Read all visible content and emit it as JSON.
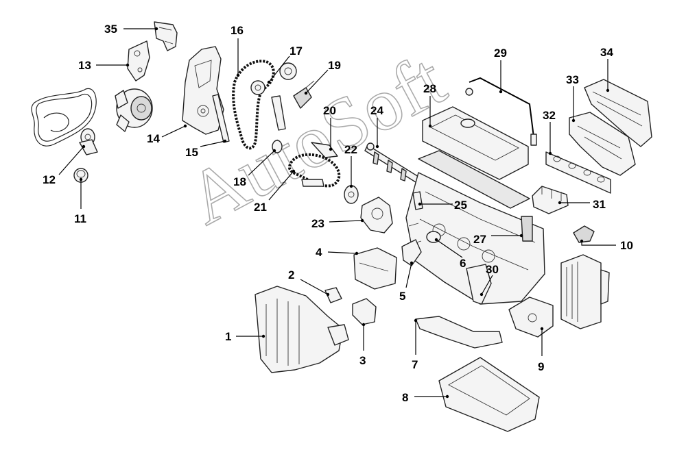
{
  "watermark": "AutoSoft",
  "callouts": [
    {
      "id": "1",
      "label": "1"
    },
    {
      "id": "2",
      "label": "2"
    },
    {
      "id": "3",
      "label": "3"
    },
    {
      "id": "4",
      "label": "4"
    },
    {
      "id": "5",
      "label": "5"
    },
    {
      "id": "6",
      "label": "6"
    },
    {
      "id": "7",
      "label": "7"
    },
    {
      "id": "8",
      "label": "8"
    },
    {
      "id": "9",
      "label": "9"
    },
    {
      "id": "10",
      "label": "10"
    },
    {
      "id": "11",
      "label": "11"
    },
    {
      "id": "12",
      "label": "12"
    },
    {
      "id": "13",
      "label": "13"
    },
    {
      "id": "14",
      "label": "14"
    },
    {
      "id": "15",
      "label": "15"
    },
    {
      "id": "16",
      "label": "16"
    },
    {
      "id": "17",
      "label": "17"
    },
    {
      "id": "18",
      "label": "18"
    },
    {
      "id": "19",
      "label": "19"
    },
    {
      "id": "20",
      "label": "20"
    },
    {
      "id": "21",
      "label": "21"
    },
    {
      "id": "22",
      "label": "22"
    },
    {
      "id": "23",
      "label": "23"
    },
    {
      "id": "24",
      "label": "24"
    },
    {
      "id": "25",
      "label": "25"
    },
    {
      "id": "27",
      "label": "27"
    },
    {
      "id": "28",
      "label": "28"
    },
    {
      "id": "29",
      "label": "29"
    },
    {
      "id": "30",
      "label": "30"
    },
    {
      "id": "31",
      "label": "31"
    },
    {
      "id": "32",
      "label": "32"
    },
    {
      "id": "33",
      "label": "33"
    },
    {
      "id": "34",
      "label": "34"
    },
    {
      "id": "35",
      "label": "35"
    }
  ]
}
